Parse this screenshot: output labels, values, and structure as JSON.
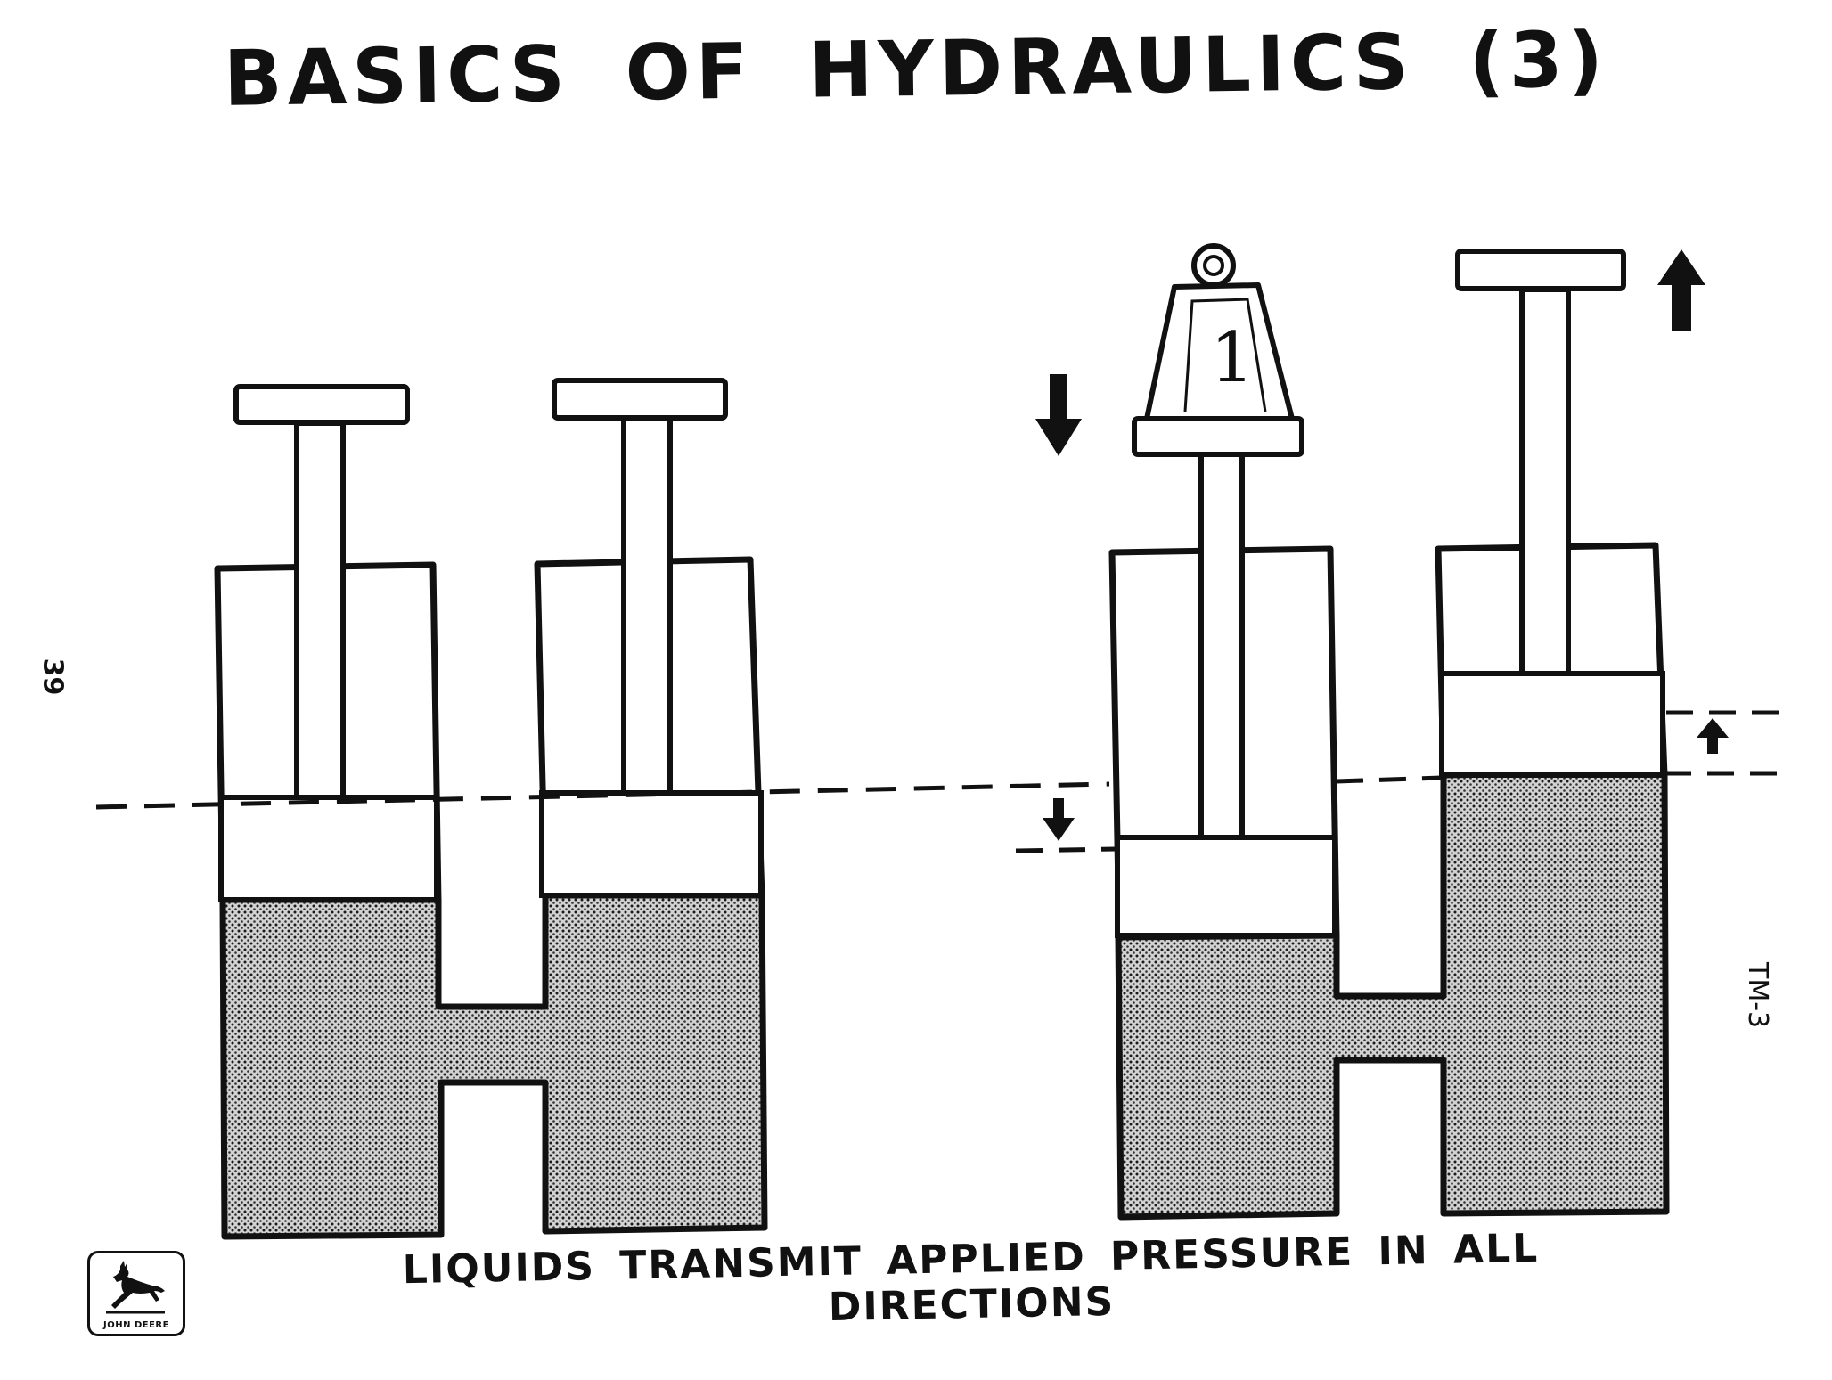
{
  "page": {
    "title": "BASICS OF HYDRAULICS (3)",
    "caption": "LIQUIDS TRANSMIT APPLIED PRESSURE IN ALL DIRECTIONS",
    "page_number": "39",
    "doc_code": "TM-3"
  },
  "logo": {
    "icon": "leaping-deer-icon",
    "text": "JOHN DEERE"
  },
  "diagram": {
    "weight_label": "1",
    "fluid_color": "#9a9a9a",
    "line_color": "#111111"
  }
}
